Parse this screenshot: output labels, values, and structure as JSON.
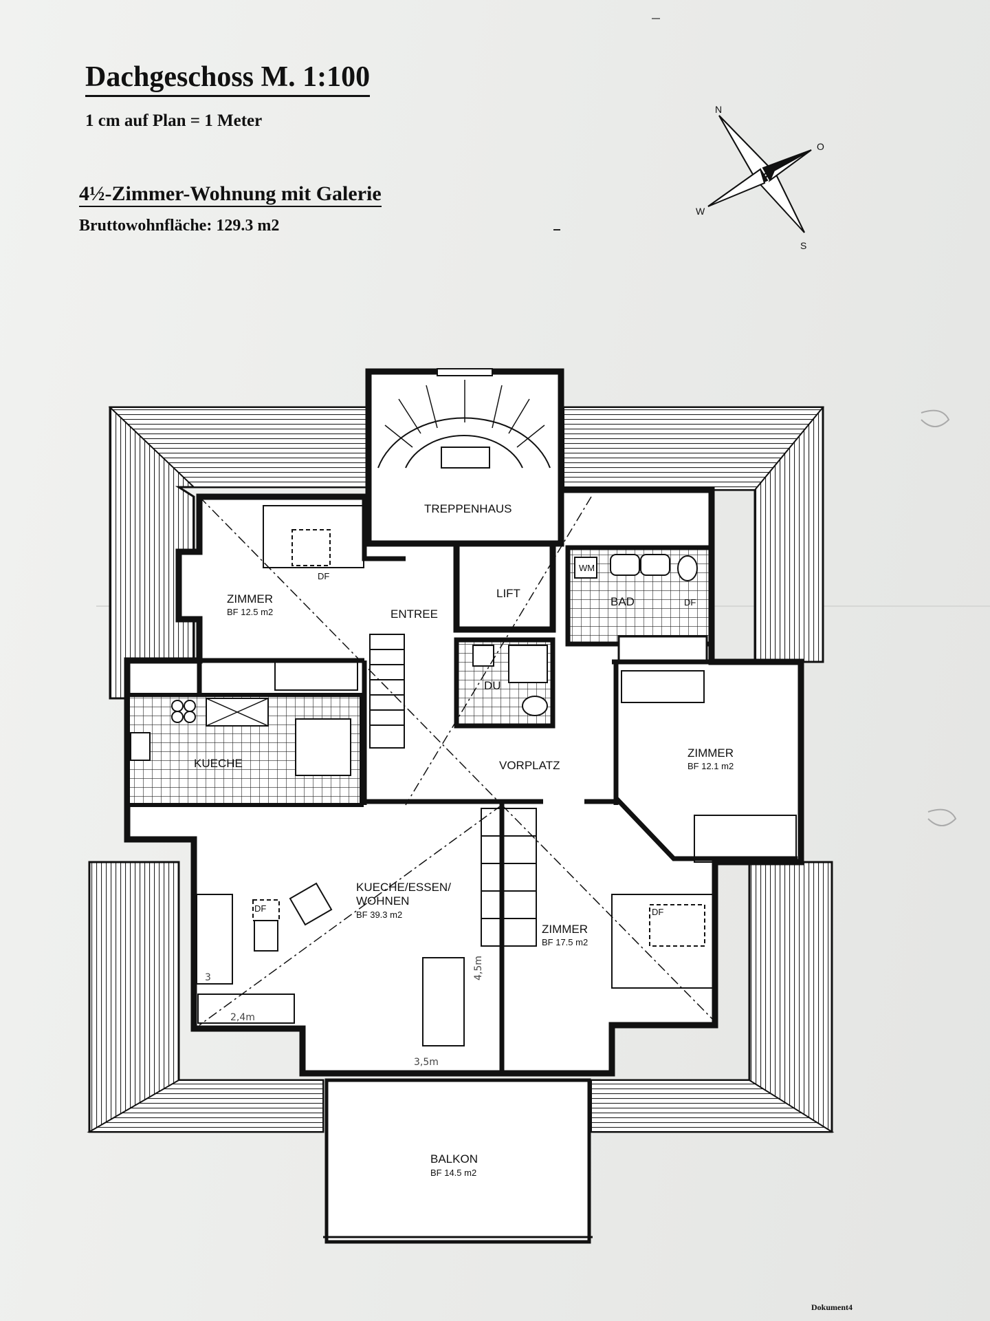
{
  "header": {
    "title": "Dachgeschoss M. 1:100",
    "scale_note": "1 cm auf Plan = 1 Meter",
    "unit_title": "4½-Zimmer-Wohnung mit Galerie",
    "gross_area": "Bruttowohnfläche: 129.3 m2"
  },
  "compass": {
    "n": "N",
    "o": "O",
    "s": "S",
    "w": "W"
  },
  "rooms": {
    "treppenhaus": "TREPPENHAUS",
    "lift": "LIFT",
    "entree": "ENTREE",
    "bad": "BAD",
    "du": "DU",
    "vorplatz": "VORPLATZ",
    "kueche": "KUECHE",
    "zimmer_nw": {
      "name": "ZIMMER",
      "area": "BF 12.5 m2"
    },
    "zimmer_e": {
      "name": "ZIMMER",
      "area": "BF 12.1 m2"
    },
    "zimmer_s": {
      "name": "ZIMMER",
      "area": "BF 17.5 m2"
    },
    "wohnen": {
      "line1": "KUECHE/ESSEN/",
      "line2": "WOHNEN",
      "area": "BF 39.3 m2"
    },
    "balkon": {
      "name": "BALKON",
      "area": "BF 14.5 m2"
    }
  },
  "symbols": {
    "df": "DF",
    "wm": "WM"
  },
  "handwritten": {
    "w1": "2,4m",
    "w2": "3,5m",
    "w3": "4,5m",
    "n3": "3"
  },
  "footer": {
    "doc": "Dokument4"
  }
}
